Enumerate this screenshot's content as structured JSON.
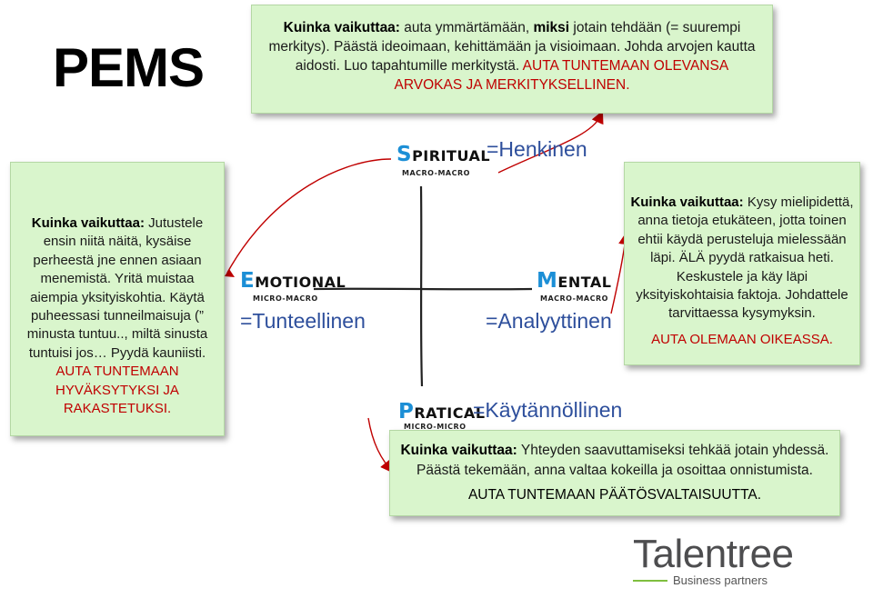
{
  "title": "PEMS",
  "boxes": {
    "top": {
      "label": "Kuinka vaikuttaa:",
      "t1": " auta ymmärtämään, ",
      "b1": "miksi",
      "t2": " jotain tehdään (= suurempi merkitys). Päästä ideoimaan, kehittämään ja visioimaan. Johda arvojen kautta aidosti. Luo tapahtumille merkitystä. ",
      "red": "AUTA TUNTEMAAN OLEVANSA ARVOKAS JA MERKITYKSELLINEN."
    },
    "left": {
      "label": "Kuinka vaikuttaa:",
      "text": " Jutustele ensin niitä näitä, kysäise perheestä jne ennen asiaan menemistä. Yritä muistaa aiempia yksityiskohtia. Käytä puheessasi tunneilmaisuja (” minusta tuntuu.., miltä sinusta tuntuisi jos…  Pyydä kauniisti. ",
      "red": "AUTA TUNTEMAAN HYVÄKSYTYKSI JA RAKASTETUKSI."
    },
    "right": {
      "label": "Kuinka vaikuttaa:",
      "text": " Kysy mielipidettä, anna tietoja etukäteen, jotta toinen ehtii käydä perusteluja mielessään läpi. ÄLÄ pyydä ratkaisua heti. Keskustele ja käy läpi yksityiskohtaisia faktoja. Johdattele tarvittaessa kysymyksin.",
      "red": "AUTA OLEMAAN OIKEASSA."
    },
    "bottom": {
      "label": "Kuinka vaikuttaa:",
      "text": " Yhteyden saavuttamiseksi tehkää jotain yhdessä. Päästä tekemään, anna valtaa kokeilla ja osoittaa onnistumista.",
      "red": "AUTA TUNTEMAAN PÄÄTÖSVALTAISUUTTA."
    }
  },
  "terms": {
    "spiritual": "=Henkinen",
    "emotional": "=Tunteellinen",
    "mental": "=Analyyttinen",
    "practical": "=Käytännöllinen"
  },
  "handwritten": {
    "spiritual_first": "S",
    "spiritual_rest": "PIRITUAL",
    "emotional_first": "E",
    "emotional_rest": "MOTIONAL",
    "mental_first": "M",
    "mental_rest": "ENTAL",
    "practical_first": "P",
    "practical_rest": "RATICAL",
    "micro_macro": "MACRO-MACRO",
    "micro_micro": "MICRO-MACRO",
    "practical_sub": "MICRO-MICRO"
  },
  "logo": {
    "word": "Talentree",
    "sub": "Business partners"
  },
  "colors": {
    "box_bg": "#d9f5cc",
    "term_blue": "#2e4f9c",
    "accent_red": "#c00000",
    "handwriting_accent": "#1c8fd6",
    "logo_green": "#7fbf3f"
  }
}
